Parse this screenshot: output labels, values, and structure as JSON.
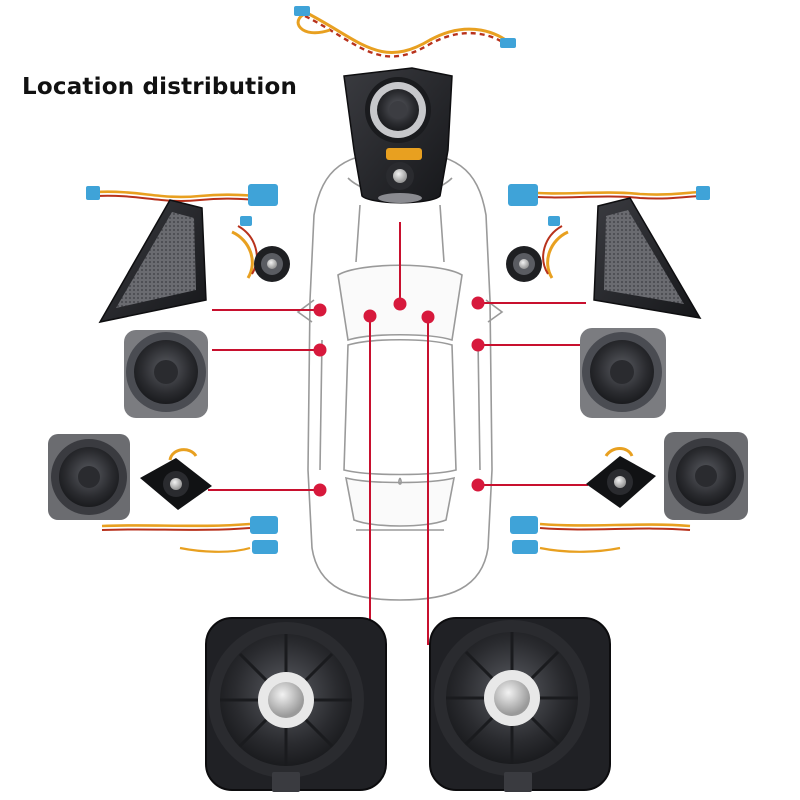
{
  "title": "Location distribution",
  "colors": {
    "marker": "#d7193c",
    "line": "#c8102e",
    "wire_orange": "#e8a020",
    "wire_red": "#b8321c",
    "connector_blue": "#3fa3d8",
    "speaker_dark": "#1e1f22",
    "speaker_grey": "#4a4c52",
    "car_outline": "#9a9a9a"
  },
  "components": [
    {
      "name": "center-dash-speaker-with-tweeter",
      "icon": "center-speaker-icon"
    },
    {
      "name": "tweeter-harness-cable",
      "icon": "cable-icon"
    },
    {
      "name": "front-left-a-pillar-tweeter",
      "icon": "tweeter-cover-icon"
    },
    {
      "name": "front-right-a-pillar-tweeter",
      "icon": "tweeter-cover-icon"
    },
    {
      "name": "front-left-door-midrange",
      "icon": "midrange-speaker-icon"
    },
    {
      "name": "front-right-door-midrange",
      "icon": "midrange-speaker-icon"
    },
    {
      "name": "rear-left-door-speaker-set",
      "icon": "speaker-set-icon"
    },
    {
      "name": "rear-right-door-speaker-set",
      "icon": "speaker-set-icon"
    },
    {
      "name": "left-under-seat-subwoofer",
      "icon": "subwoofer-icon"
    },
    {
      "name": "right-under-seat-subwoofer",
      "icon": "subwoofer-icon"
    }
  ]
}
